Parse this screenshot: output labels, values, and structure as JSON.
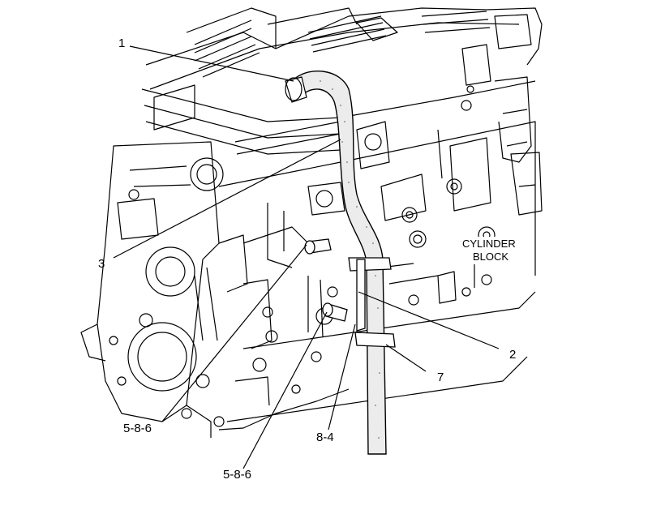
{
  "callouts": {
    "c1": "1",
    "c2": "2",
    "c3": "3",
    "c7": "7",
    "c586_upper": "5-8-6",
    "c586_lower": "5-8-6",
    "c84": "8-4"
  },
  "block_label": {
    "line1": "CYLINDER",
    "line2": "BLOCK"
  }
}
